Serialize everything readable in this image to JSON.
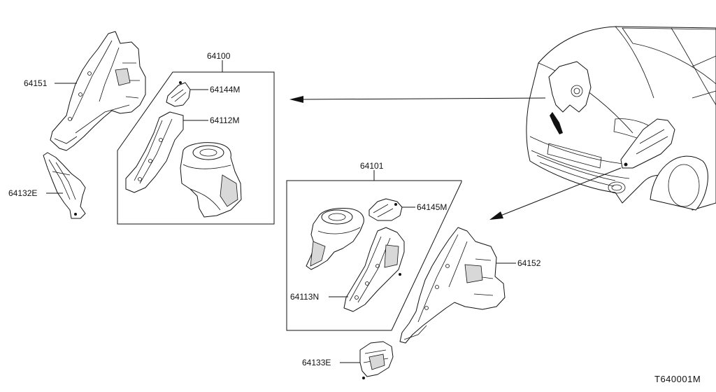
{
  "parts": {
    "p64100": "64100",
    "p64144M": "64144M",
    "p64112M": "64112M",
    "p64151": "64151",
    "p64132E": "64132E",
    "p64101": "64101",
    "p64145M": "64145M",
    "p64113N": "64113N",
    "p64152": "64152",
    "p64133E": "64133E"
  },
  "diagram_code": "T640001M"
}
